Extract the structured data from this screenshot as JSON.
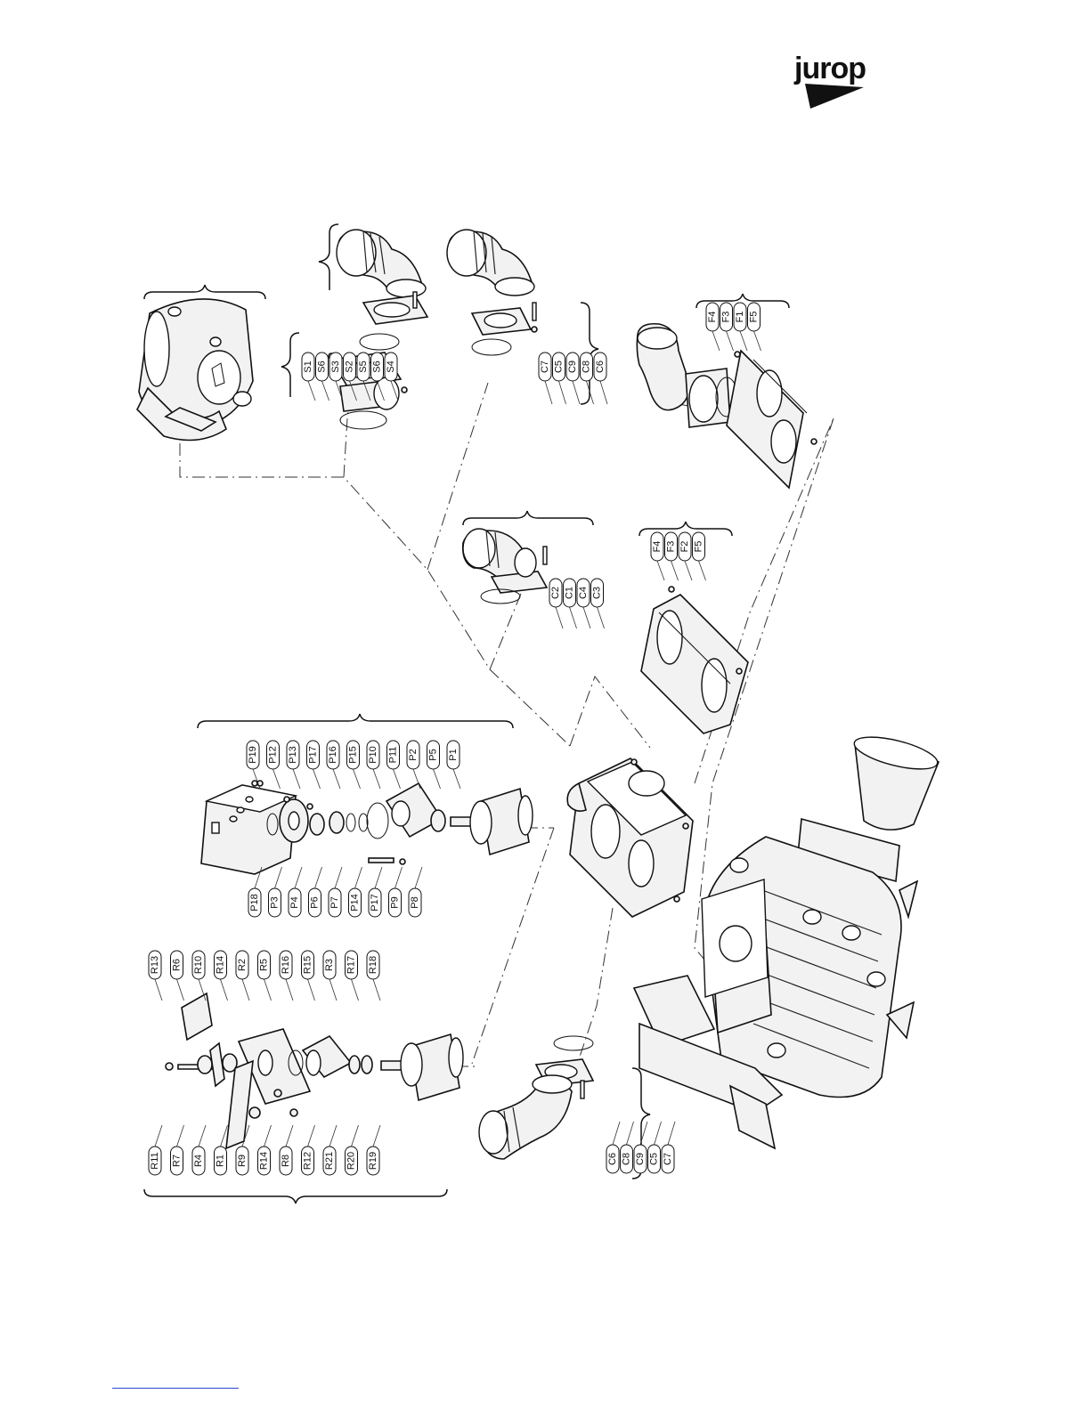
{
  "brand": {
    "name": "jurop"
  },
  "groups": {
    "s": [
      "S1",
      "S6",
      "S3",
      "S2",
      "S5",
      "S6",
      "S4"
    ],
    "c_upper": [
      "C7",
      "C5",
      "C9",
      "C8",
      "C6"
    ],
    "f_upper": [
      "F4",
      "F3",
      "F1",
      "F5"
    ],
    "c_mid": [
      "C2",
      "C1",
      "C4",
      "C3"
    ],
    "f_mid": [
      "F4",
      "F3",
      "F2",
      "F5"
    ],
    "p_top": [
      "P19",
      "P12",
      "P13",
      "P17",
      "P16",
      "P15",
      "P10",
      "P11",
      "P2",
      "P5",
      "P1"
    ],
    "p_bottom": [
      "P18",
      "P3",
      "P4",
      "P6",
      "P7",
      "P14",
      "P17",
      "P9",
      "P8"
    ],
    "r_top": [
      "R13",
      "R6",
      "R10",
      "R14",
      "R2",
      "R5",
      "R16",
      "R15",
      "R3",
      "R17",
      "R18"
    ],
    "r_bottom": [
      "R11",
      "R7",
      "R4",
      "R1",
      "R9",
      "R14",
      "R8",
      "R12",
      "R21",
      "R20",
      "R19"
    ],
    "c_lower": [
      "C6",
      "C8",
      "C9",
      "C5",
      "C7"
    ]
  }
}
